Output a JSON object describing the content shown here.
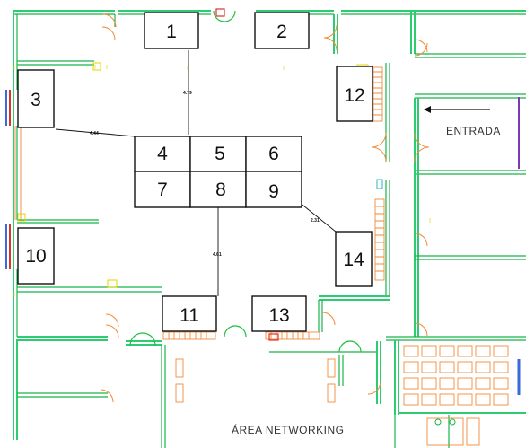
{
  "booths": [
    {
      "id": "1",
      "label": "1"
    },
    {
      "id": "2",
      "label": "2"
    },
    {
      "id": "3",
      "label": "3"
    },
    {
      "id": "4",
      "label": "4"
    },
    {
      "id": "5",
      "label": "5"
    },
    {
      "id": "6",
      "label": "6"
    },
    {
      "id": "7",
      "label": "7"
    },
    {
      "id": "8",
      "label": "8"
    },
    {
      "id": "9",
      "label": "9"
    },
    {
      "id": "10",
      "label": "10"
    },
    {
      "id": "11",
      "label": "11"
    },
    {
      "id": "12",
      "label": "12"
    },
    {
      "id": "13",
      "label": "13"
    },
    {
      "id": "14",
      "label": "14"
    }
  ],
  "dimensions": {
    "to_booth_1": "4.79",
    "to_booth_3": "4.44",
    "to_booth_11": "4.61",
    "to_booth_14": "2.31"
  },
  "labels": {
    "entrance": "ENTRADA",
    "networking": "ÁREA NETWORKING"
  },
  "colors": {
    "walls": "#2ecc71",
    "doors": "#f08a3a",
    "booth_outline": "#111111",
    "fixtures": "#e6d400"
  }
}
